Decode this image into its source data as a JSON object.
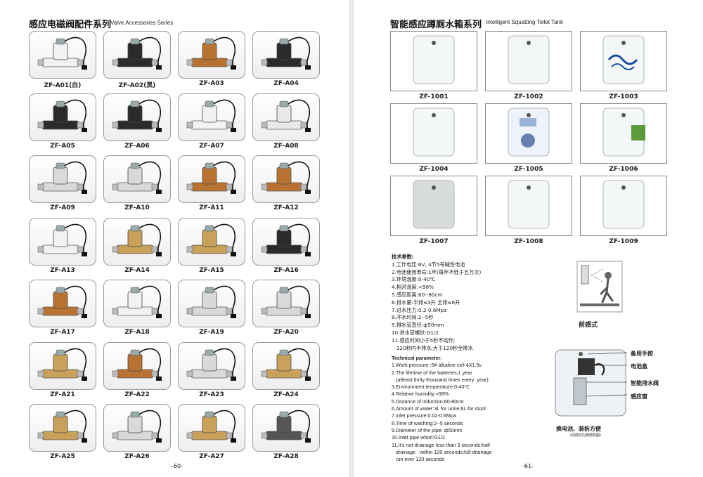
{
  "left_page": {
    "title_cn": "感应电磁阀配件系列",
    "title_en": "Valve Accessories Series",
    "page_number": "-60-",
    "valves": [
      {
        "label": "ZF-A01(白)",
        "body": "#f2f2f2"
      },
      {
        "label": "ZF-A02(黑)",
        "body": "#2b2b2b"
      },
      {
        "label": "ZF-A03",
        "body": "#b87333"
      },
      {
        "label": "ZF-A04",
        "body": "#2b2b2b"
      },
      {
        "label": "ZF-A05",
        "body": "#2b2b2b"
      },
      {
        "label": "ZF-A06",
        "body": "#2b2b2b"
      },
      {
        "label": "ZF-A07",
        "body": "#f2f2f2"
      },
      {
        "label": "ZF-A08",
        "body": "#e8e8e8"
      },
      {
        "label": "ZF-A09",
        "body": "#d9d9d9"
      },
      {
        "label": "ZF-A10",
        "body": "#d9d9d9"
      },
      {
        "label": "ZF-A11",
        "body": "#b87333"
      },
      {
        "label": "ZF-A12",
        "body": "#b87333"
      },
      {
        "label": "ZF-A13",
        "body": "#f2f2f2"
      },
      {
        "label": "ZF-A14",
        "body": "#c9a15a"
      },
      {
        "label": "ZF-A15",
        "body": "#c9a15a"
      },
      {
        "label": "ZF-A16",
        "body": "#2b2b2b"
      },
      {
        "label": "ZF-A17",
        "body": "#b87333"
      },
      {
        "label": "ZF-A18",
        "body": "#f2f2f2"
      },
      {
        "label": "ZF-A19",
        "body": "#d9d9d9"
      },
      {
        "label": "ZF-A20",
        "body": "#d9d9d9"
      },
      {
        "label": "ZF-A21",
        "body": "#c9a15a"
      },
      {
        "label": "ZF-A22",
        "body": "#b87333"
      },
      {
        "label": "ZF-A23",
        "body": "#d9d9d9"
      },
      {
        "label": "ZF-A24",
        "body": "#c9a15a"
      },
      {
        "label": "ZF-A25",
        "body": "#c9a15a"
      },
      {
        "label": "ZF-A26",
        "body": "#d9d9d9"
      },
      {
        "label": "ZF-A27",
        "body": "#c9a15a"
      },
      {
        "label": "ZF-A28",
        "body": "#555555"
      }
    ]
  },
  "right_page": {
    "title_cn": "智能感应蹲厕水箱系列",
    "title_en": "Intelligent Squatting Toilet Tank",
    "page_number": "-61-",
    "tanks": [
      {
        "label": "ZF-1001",
        "style": "plain"
      },
      {
        "label": "ZF-1002",
        "style": "plain"
      },
      {
        "label": "ZF-1003",
        "style": "blue-pattern"
      },
      {
        "label": "ZF-1004",
        "style": "plain"
      },
      {
        "label": "ZF-1005",
        "style": "painted"
      },
      {
        "label": "ZF-1006",
        "style": "open"
      },
      {
        "label": "ZF-1007",
        "style": "grey"
      },
      {
        "label": "ZF-1008",
        "style": "plain"
      },
      {
        "label": "ZF-1009",
        "style": "plain"
      }
    ],
    "specs_cn": {
      "heading": "技术参数:",
      "items": [
        "1.工作电压:6V, 4节5号碱性电池",
        "2.电池使用寿命:1年(每年不低于五万次)",
        "3.环境温度:0-40℃",
        "4.相对温度:<98%",
        "5.感应距离:60--80cm",
        "6.排水量:半排≤3升 全排≤6升",
        "7.进水压力:0.2-0.6Mpa",
        "8.冲水时间:2--5秒",
        "9.排水管直径:ф50mm",
        "10.进水管螺纹:G1/2",
        "11.感应时间小于5秒不动作;",
        "   120秒内半排水;大于120秒全排水"
      ]
    },
    "specs_en": {
      "heading": "Technical parameter:",
      "items": [
        "1.Work pressure :5# alkaline cell 4X1.5v",
        "2.The lifetime of the batteries:1 year",
        "   (atleast thrity thousand times every  year)",
        "3.Environment temperature:0-40℃",
        "4.Relative humidity:<98%",
        "5.Distance of induction:60-80cm",
        "6.Amount of water:3L for urine;6L for stool",
        "7.Inlet pressure:0.02-0.6Mpa",
        "8.Time of washing:2--5 seconds",
        "9.Diameter of the pipe: ф50mm",
        "10.Inlet pipe whorl:G1/2",
        "11.It's not-drainage less than 3 seconds;half",
        "   drainage   within 120 seconds;full-drainage",
        "   run over 120 seconds"
      ]
    },
    "front_sensing_caption": "前感式",
    "callouts": [
      "备用手按",
      "电池盒",
      "智能排水阀",
      "感应窗"
    ],
    "tank_caption": "换电池、装拆方便",
    "tank_subcaption": "(前感式内部结构图)"
  }
}
